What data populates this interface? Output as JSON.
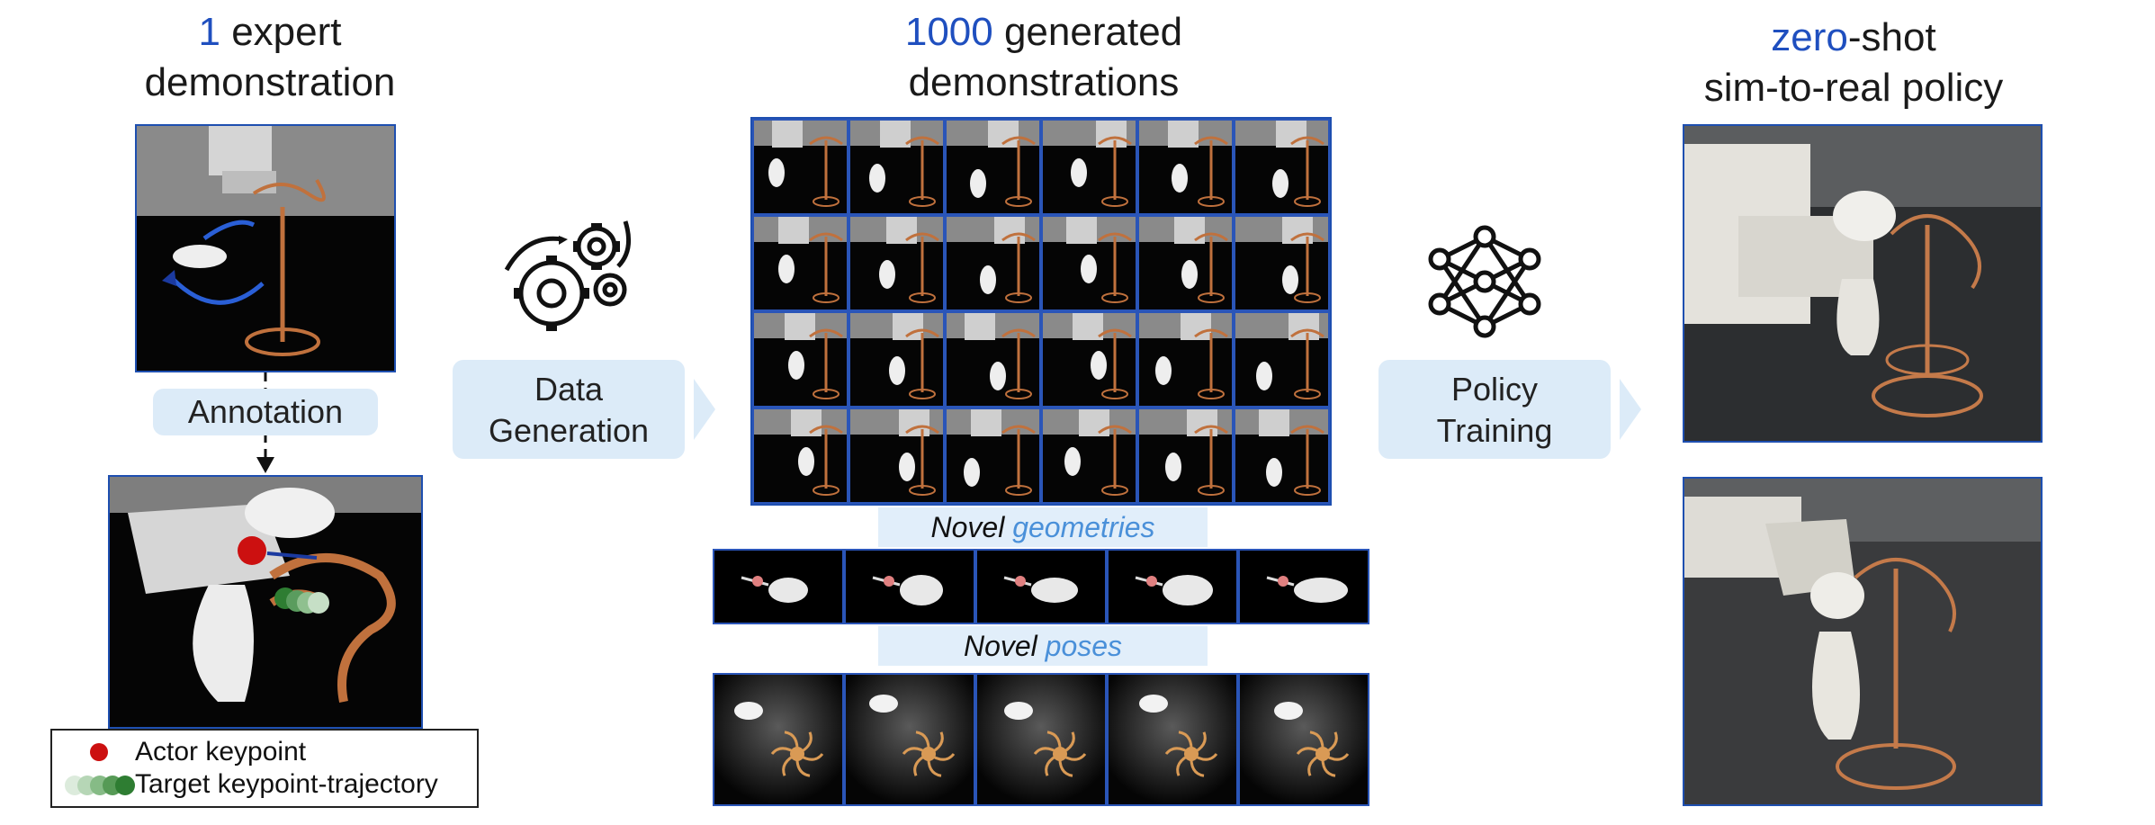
{
  "titles": {
    "expert": {
      "count": "1",
      "line1_rest": " expert",
      "line2": "demonstration"
    },
    "generated": {
      "count": "1000",
      "line1_rest": " generated",
      "line2": "demonstrations"
    },
    "policy": {
      "lead": "zero",
      "line1_rest": "-shot",
      "line2": "sim-to-real policy"
    }
  },
  "pills": {
    "annotation": "Annotation",
    "data_generation": [
      "Data",
      "Generation"
    ],
    "policy_training": [
      "Policy",
      "Training"
    ]
  },
  "banners": {
    "geometries": {
      "plain": "Novel",
      "highlight": "geometries"
    },
    "poses": {
      "plain": "Novel",
      "highlight": "poses"
    }
  },
  "legend": {
    "actor": "Actor keypoint",
    "target": "Target keypoint-trajectory"
  },
  "icons": {
    "gears": "gears-icon",
    "network": "neural-network-icon"
  },
  "colors": {
    "accent": "#1f4fbf",
    "highlight": "#4a90d9",
    "pill": "#dcebf8",
    "frame": "#1e4fb0",
    "copper": "#c0713d",
    "actor_dot": "#cc1010",
    "target_dot": "#2e7d32"
  }
}
